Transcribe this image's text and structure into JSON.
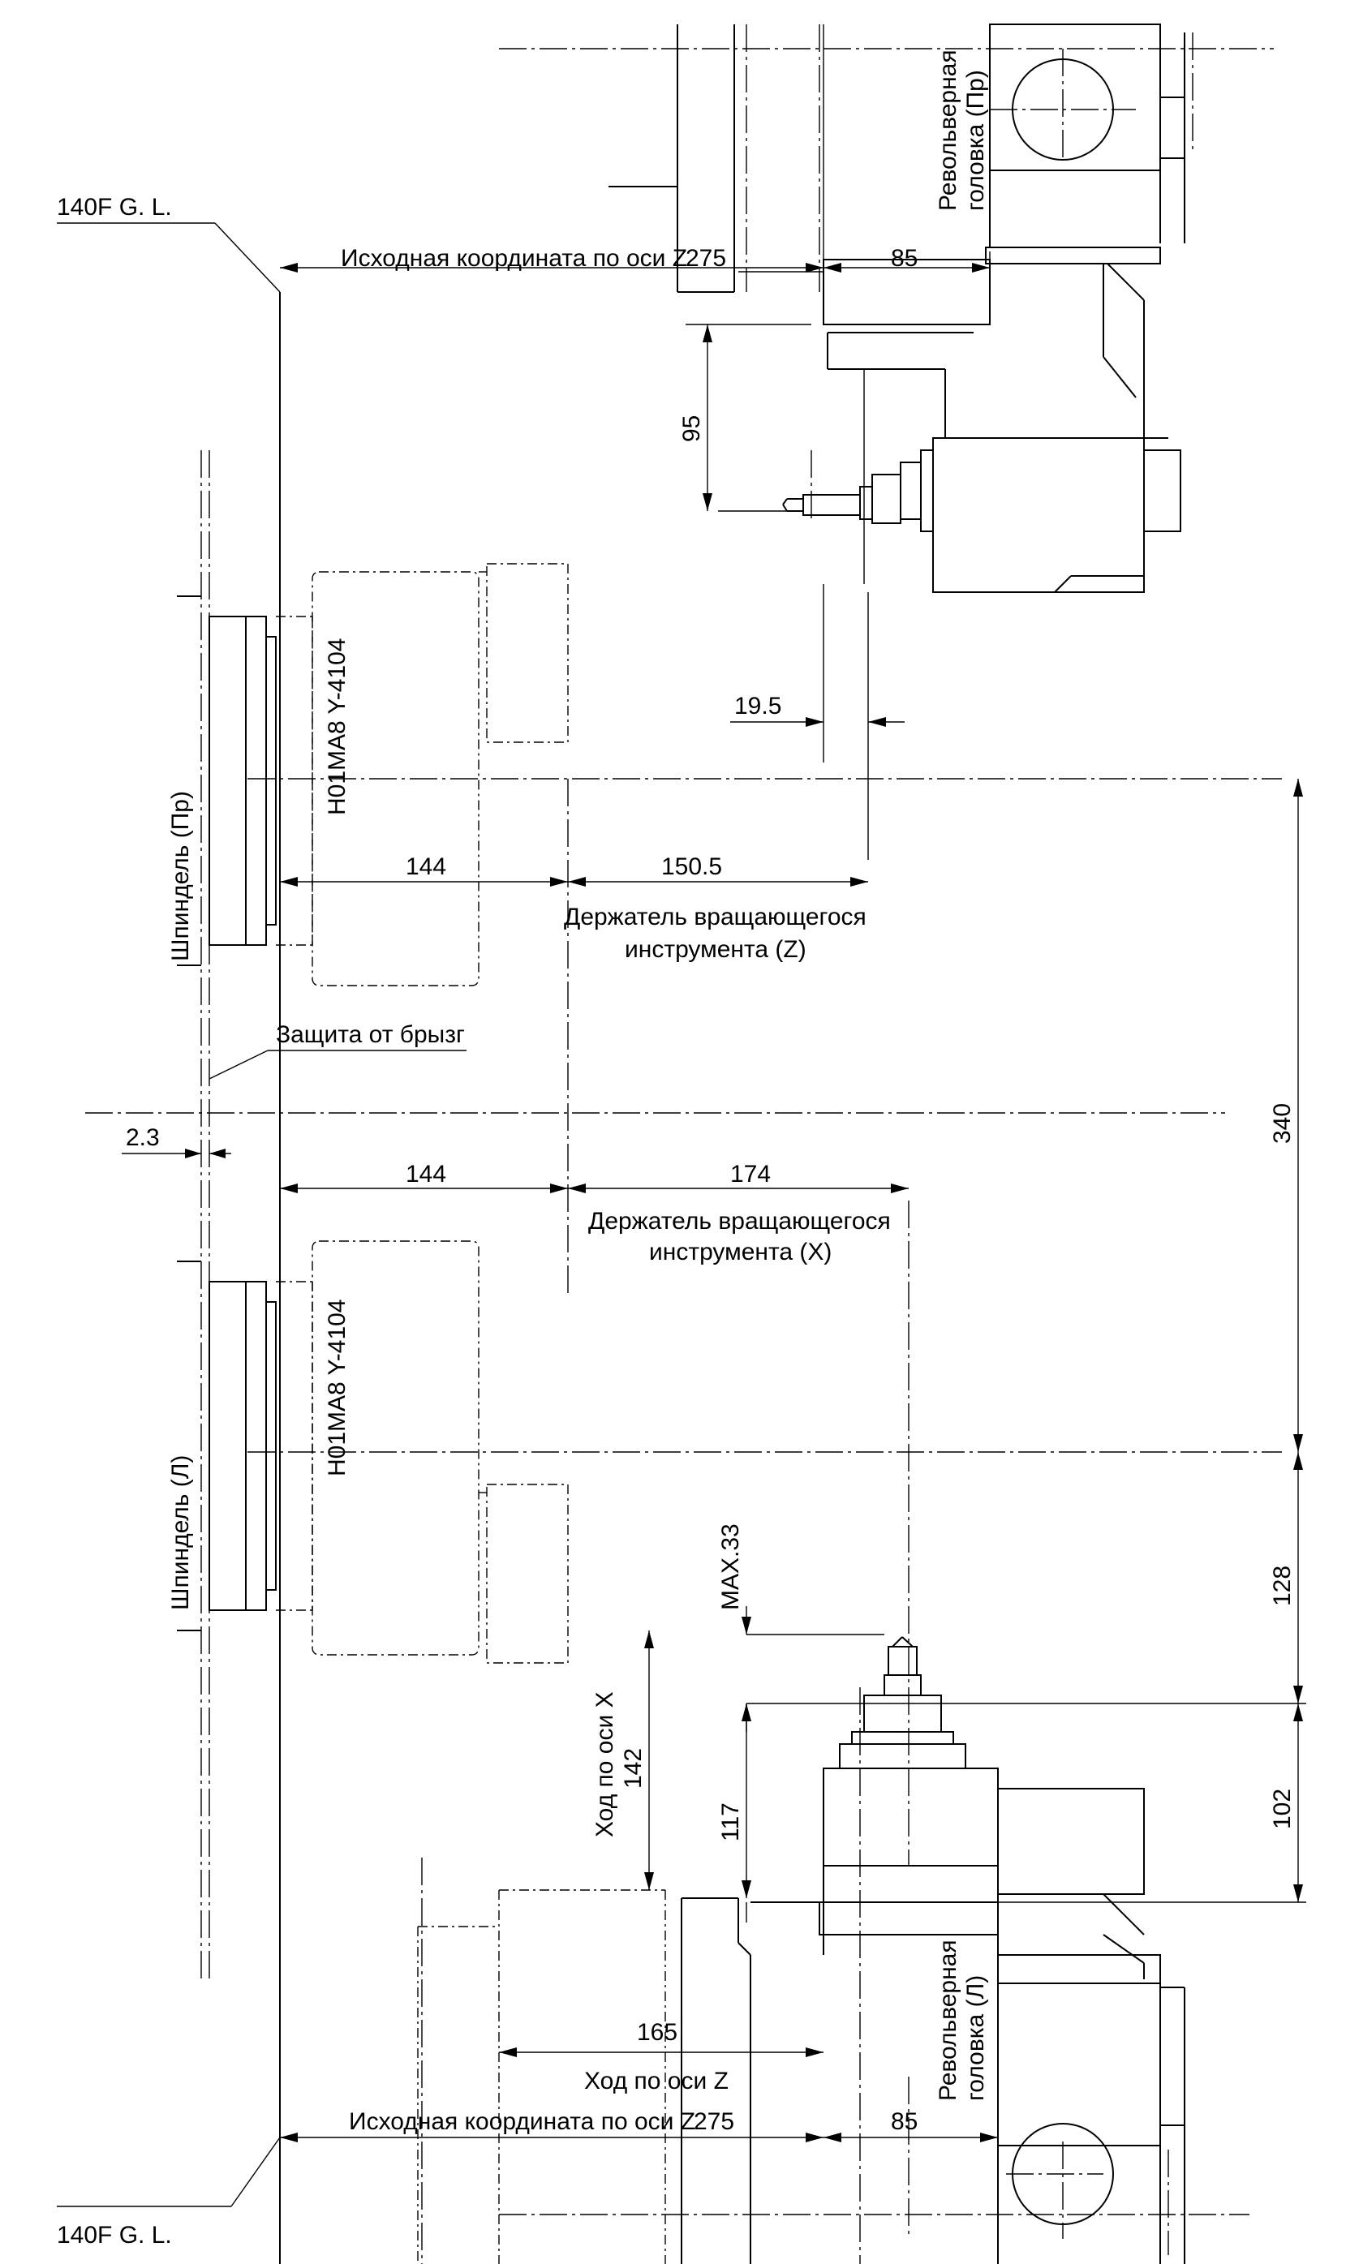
{
  "labels": {
    "gl_top": "140F G. L.",
    "gl_bottom": "140F G. L.",
    "z_origin_top": "Исходная координата по оси Z",
    "z_origin_bottom": "Исходная координата по оси Z",
    "turret_right_1": "Револьверная",
    "turret_right_2": "головка (Пр)",
    "turret_left_1": "Револьверная",
    "turret_left_2": "головка (Л)",
    "spindle_right": "Шпиндель (Пр)",
    "spindle_left": "Шпиндель (Л)",
    "chuck_top": "H01MA8 Y-4104",
    "chuck_bottom": "H01MA8 Y-4104",
    "holder_z_1": "Держатель вращающегося",
    "holder_z_2": "инструмента (Z)",
    "holder_x_1": "Держатель вращающегося",
    "holder_x_2": "инструмента (X)",
    "splash_guard": "Защита от брызг",
    "x_stroke": "Ход по оси X",
    "z_stroke": "Ход по оси Z"
  },
  "dimensions": {
    "d275_top": "275",
    "d85_top": "85",
    "d95": "95",
    "d19_5": "19.5",
    "d144_top": "144",
    "d150_5": "150.5",
    "d340": "340",
    "d2_3": "2.3",
    "d144_bottom": "144",
    "d174": "174",
    "d128": "128",
    "max33": "MAX.33",
    "d142": "142",
    "d117": "117",
    "d102": "102",
    "d165": "165",
    "d275_bottom": "275",
    "d85_bottom": "85"
  }
}
